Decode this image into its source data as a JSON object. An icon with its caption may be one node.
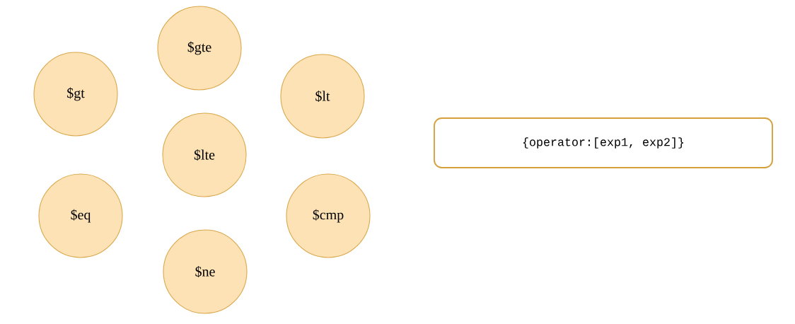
{
  "diagram": {
    "nodes": [
      {
        "text": [
          "$gte"
        ]
      },
      {
        "text": [
          "$gt"
        ]
      },
      {
        "text": [
          "$lt"
        ]
      },
      {
        "text": [
          "$lte"
        ]
      },
      {
        "text": [
          "$eq"
        ]
      },
      {
        "text": [
          "$cmp"
        ]
      },
      {
        "text": [
          "$ne"
        ]
      },
      {
        "text": [
          "{operator:[exp1, exp2]}"
        ]
      }
    ]
  }
}
